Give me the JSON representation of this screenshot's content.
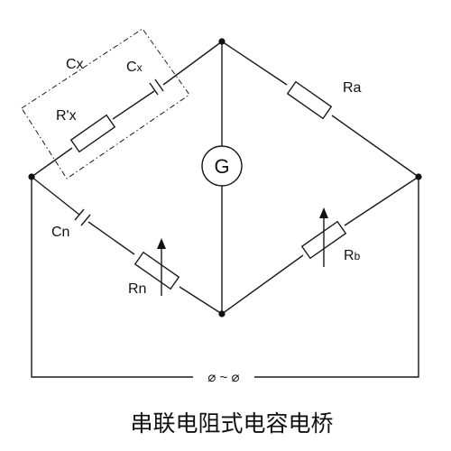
{
  "labels": {
    "cx_box": "Cx",
    "cx_cap_main": "C",
    "cx_cap_sub": "x",
    "rx": "R'x",
    "cn": "Cn",
    "rn": "Rn",
    "ra": "Ra",
    "rb_main": "R",
    "rb_sub": "b",
    "galvanometer": "G",
    "source": "⌀ ~ ⌀"
  },
  "caption": "串联电阻式电容电桥"
}
